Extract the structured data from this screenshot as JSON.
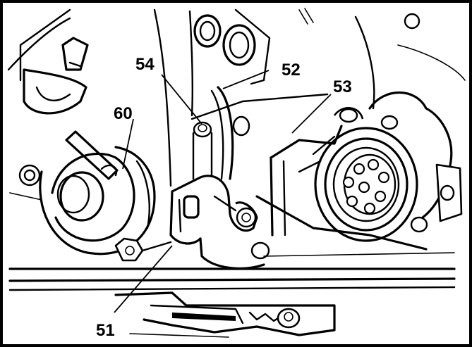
{
  "callouts": {
    "c51": "51",
    "c52": "52",
    "c53": "53",
    "c54": "54",
    "c60": "60"
  },
  "colors": {
    "line": "#000000",
    "background": "#ffffff"
  }
}
